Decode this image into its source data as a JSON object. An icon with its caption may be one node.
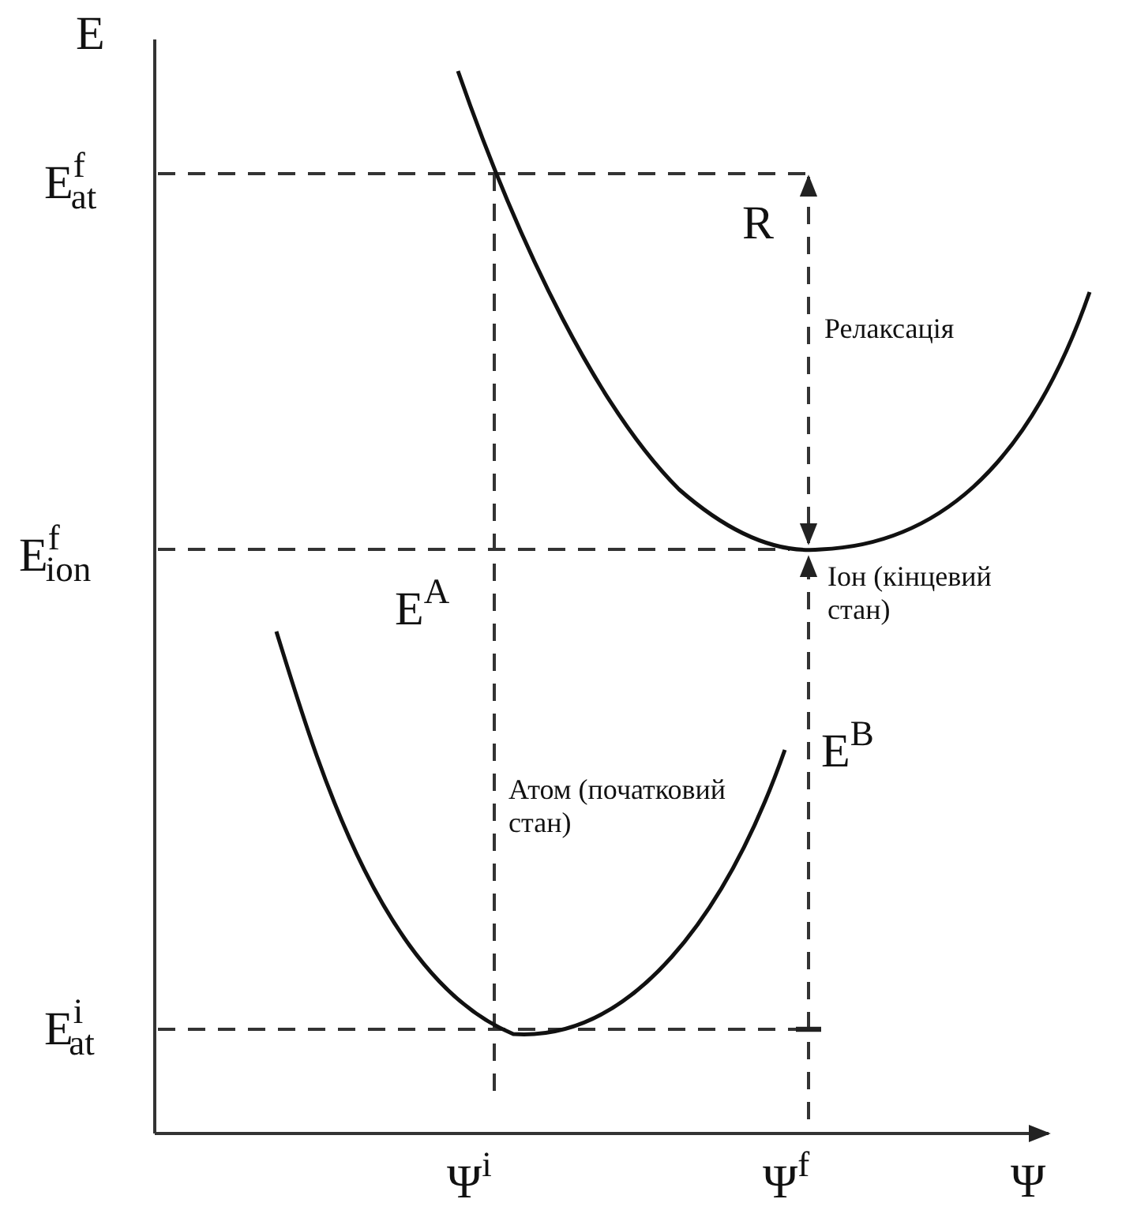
{
  "diagram": {
    "labels": [
      "E",
      "E$^{f}$$_{at}$",
      "R",
      "Релаксація",
      "E$^{f}$$_{ion}$",
      "E$^{A}$",
      "Іон (кінцевий стан)",
      "Атом (початковий стан)",
      "E$^{B}$",
      "E$^{i}$$_{at}$",
      "Ψ$^{i}$",
      "Ψ$^{f}$",
      "Ψ"
    ]
  }
}
